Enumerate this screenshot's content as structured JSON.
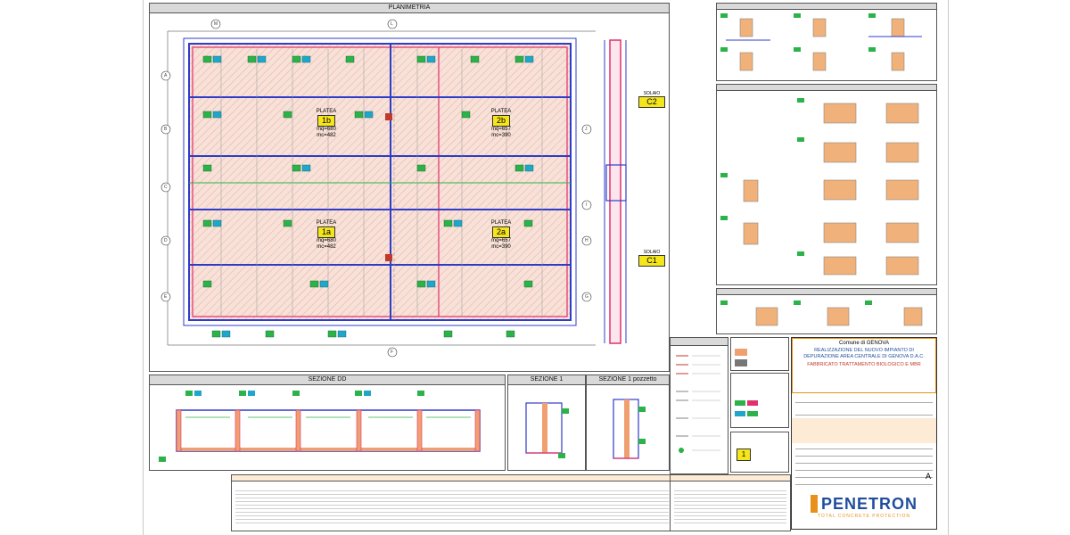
{
  "planimetria": {
    "title": "PLANIMETRIA",
    "slabs": [
      {
        "code": "1b",
        "name": "PLATEA",
        "sub1": "mq=680",
        "sub2": "mc=482"
      },
      {
        "code": "2b",
        "name": "PLATEA",
        "sub1": "mq=657",
        "sub2": "mc=390"
      },
      {
        "code": "1a",
        "name": "PLATEA",
        "sub1": "mq=680",
        "sub2": "mc=482"
      },
      {
        "code": "2a",
        "name": "PLATEA",
        "sub1": "mq=657",
        "sub2": "mc=390"
      }
    ],
    "side": [
      {
        "code": "C2",
        "name": "SOLAIO"
      },
      {
        "code": "C1",
        "name": "SOLAIO"
      }
    ],
    "axes_left": [
      "A",
      "B",
      "C",
      "D",
      "E"
    ],
    "axes_right": [
      "J",
      "I",
      "H",
      "G"
    ],
    "axes_top": [
      "M",
      "L"
    ],
    "axes_bottom": [
      "F"
    ]
  },
  "sections": {
    "dd": "SEZIONE DD",
    "s1": "SEZIONE 1",
    "s1p": "SEZIONE 1 pozzetto"
  },
  "title_block": {
    "comune": "Comune di GENOVA",
    "project": "REALIZZAZIONE DEL NUOVO IMPIANTO DI DEPURAZIONE AREA CENTRALE DI GENOVA D.A.C.",
    "building": "FABBRICATO TRATTAMENTO BIOLOGICO E MBR",
    "revision": "A",
    "brand": "PENETRON",
    "brand_tagline": "TOTAL CONCRETE PROTECTION",
    "legend_box_number": "1"
  },
  "colors": {
    "accent": "#c0392b",
    "brand_orange": "#e8911a",
    "brand_blue": "#1f4e9c",
    "slab_fill": "#f7d8cc",
    "blue_lines": "#2e3cc9",
    "magenta_lines": "#e0306e"
  }
}
